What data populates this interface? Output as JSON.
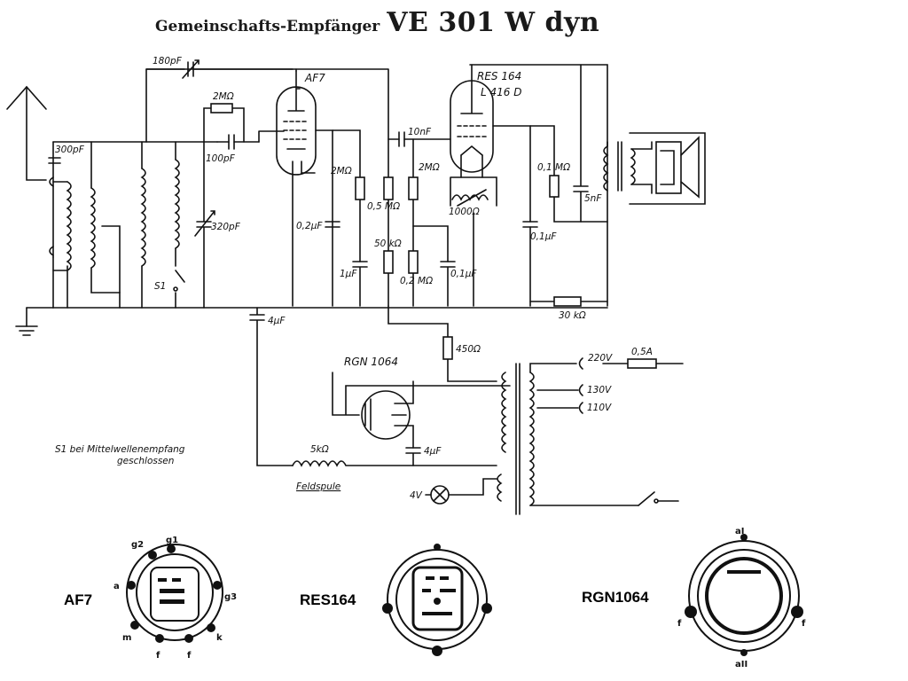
{
  "title": {
    "prefix": "Gemeinschafts-Empfänger",
    "model": "VE 301 W dyn"
  },
  "tubes": {
    "af7": "AF7",
    "res164": "RES 164",
    "res164_alt": "L 416 D",
    "rgn1064": "RGN 1064"
  },
  "components": {
    "c_180pf": "180pF",
    "c_300pf": "300pF",
    "r_2m_top": "2MΩ",
    "c_100pf": "100pF",
    "c_320pf": "320pF",
    "c_02uf": "0,2µF",
    "r_2m_af7": "2MΩ",
    "r_05m": "0,5 MΩ",
    "c_10nf": "10nF",
    "r_2m_grid": "2MΩ",
    "r_1000": "1000Ω",
    "r_50k": "50 kΩ",
    "c_1uf": "1µF",
    "r_02m": "0,2 MΩ",
    "c_01uf_mid": "0,1µF",
    "r_01m": "0,1 MΩ",
    "c_5nf": "5nF",
    "c_01uf_right": "0,1µF",
    "r_30k": "30 kΩ",
    "c_4uf_left": "4µF",
    "r_450": "450Ω",
    "v_220": "220V",
    "fuse": "0,5A",
    "v_130": "130V",
    "v_110": "110V",
    "c_4uf_rect": "4µF",
    "r_5k": "5kΩ",
    "field_coil": "Feldspule",
    "lamp_4v": "4V",
    "switch_s1": "S1"
  },
  "note": {
    "line1": "S1 bei Mittelwellenempfang",
    "line2": "geschlossen"
  },
  "pinouts": {
    "af7": {
      "name": "AF7",
      "pins": {
        "g2": "g2",
        "g1": "g1",
        "a": "a",
        "g3": "g3",
        "m": "m",
        "f1": "f",
        "f2": "f",
        "k": "k"
      }
    },
    "res164": {
      "name": "RES164"
    },
    "rgn1064": {
      "name": "RGN1064",
      "pins": {
        "a1": "aI",
        "a2": "aII",
        "f_left": "f",
        "f_right": "f"
      }
    }
  }
}
